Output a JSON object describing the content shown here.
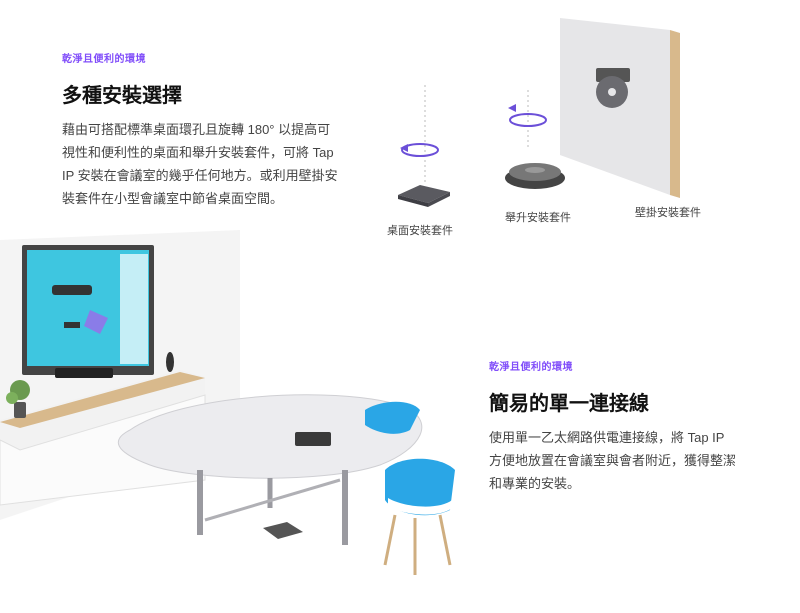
{
  "section1": {
    "eyebrow": "乾淨且便利的環境",
    "title": "多種安裝選擇",
    "body_lines": [
      "藉由可搭配標準桌面環孔且旋轉 180° 以提高可",
      "視性和便利性的桌面和舉升安裝套件，可將 Tap",
      "IP 安裝在會議室的幾乎任何地方。或利用壁掛安",
      "裝套件在小型會議室中節省桌面空間。"
    ]
  },
  "mounts": {
    "desk": "桌面安裝套件",
    "riser": "舉升安裝套件",
    "wall": "壁掛安裝套件"
  },
  "section2": {
    "eyebrow": "乾淨且便利的環境",
    "title": "簡易的單一連接線",
    "body_lines": [
      "使用單一乙太網路供電連接線，將 Tap IP",
      "方便地放置在會議室與會者附近，獲得整潔",
      "和專業的安裝。"
    ]
  },
  "colors": {
    "accent": "#814efa",
    "rotation_arrow": "#6b4fd8",
    "screen": "#3ec6e0",
    "chair_blue": "#2aa6e6",
    "wood": "#d8b98c"
  }
}
